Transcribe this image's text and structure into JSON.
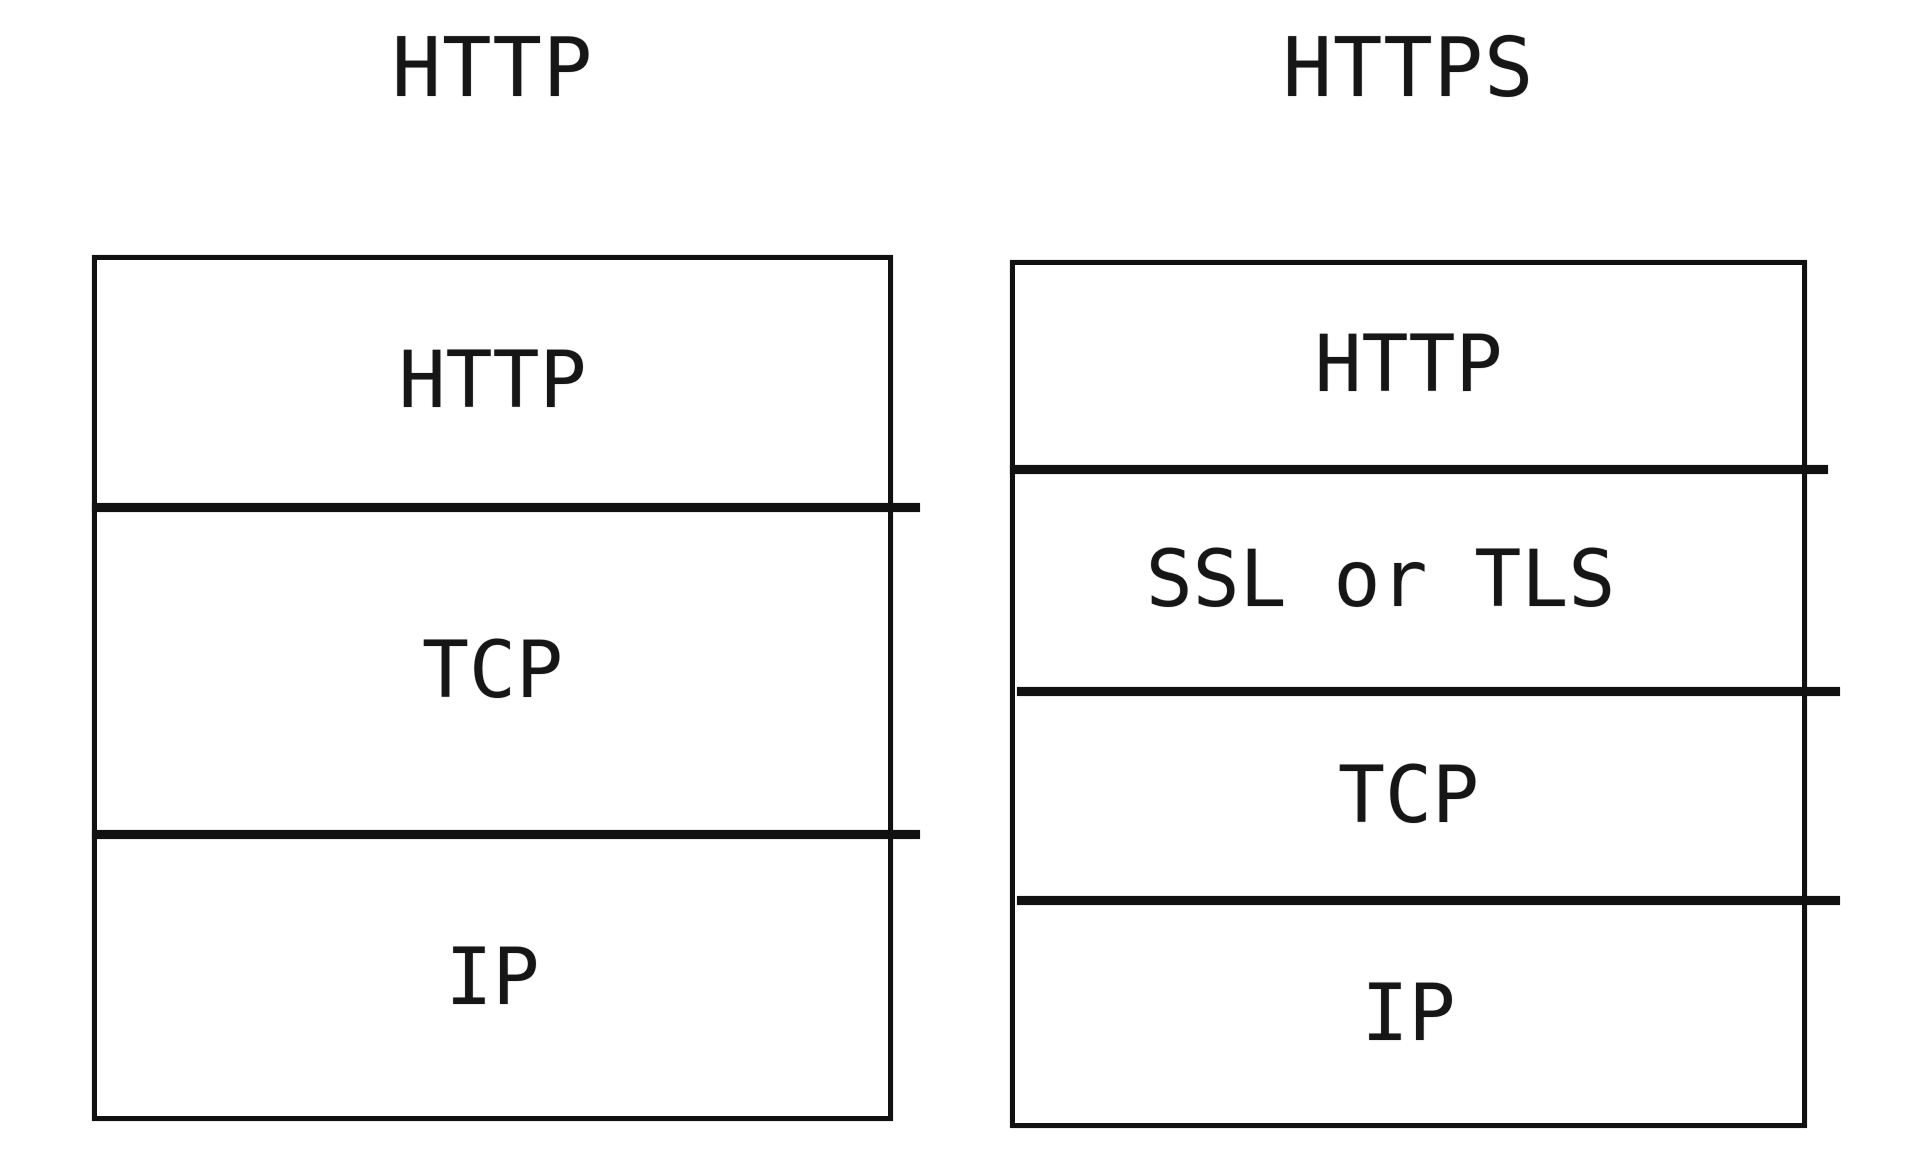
{
  "diagram": {
    "stacks": [
      {
        "title": "HTTP",
        "layers": [
          {
            "label": "HTTP"
          },
          {
            "label": "TCP"
          },
          {
            "label": "IP"
          }
        ]
      },
      {
        "title": "HTTPS",
        "layers": [
          {
            "label": "HTTP"
          },
          {
            "label": "SSL or TLS"
          },
          {
            "label": "TCP"
          },
          {
            "label": "IP"
          }
        ]
      }
    ],
    "colors": {
      "line": "#111111",
      "text": "#161616",
      "background": "#ffffff"
    }
  }
}
